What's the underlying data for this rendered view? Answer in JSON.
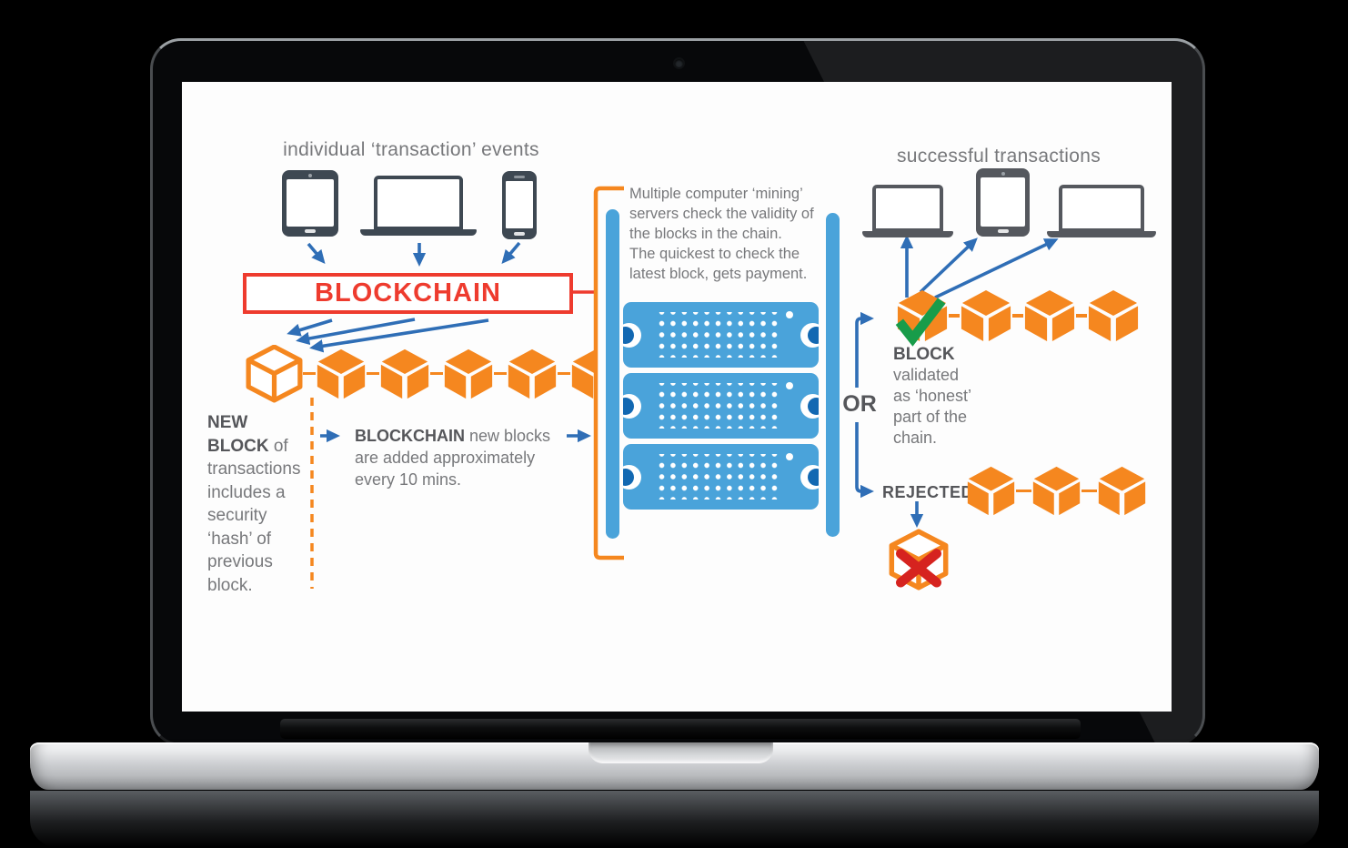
{
  "titles": {
    "left": "individual ‘transaction’ events",
    "right": "successful transactions"
  },
  "blockchain_box": {
    "label": "BLOCKCHAIN"
  },
  "mining_note": {
    "lines": [
      "Multiple computer ‘mining’",
      "servers check the validity of",
      "the blocks in the chain.",
      "The quickest to check the",
      "latest block, gets payment."
    ]
  },
  "new_block_note": {
    "bold1": "NEW",
    "bold2": "BLOCK",
    "line2_rest": " of",
    "rest_lines": [
      "transactions",
      "includes a",
      "security",
      "‘hash’ of",
      "previous",
      "block."
    ]
  },
  "added_note": {
    "bold": "BLOCKCHAIN",
    "line1_rest": " new blocks",
    "line2": "are added approximately",
    "line3": "every 10 mins."
  },
  "validated_note": {
    "bold": "BLOCK",
    "lines": [
      "validated",
      "as ‘honest’",
      "part of the",
      "chain."
    ]
  },
  "or_label": "OR",
  "rejected_label": "REJECTED",
  "devices_left": [
    "tablet",
    "laptop",
    "smartphone"
  ],
  "devices_right": [
    "laptop",
    "tablet",
    "laptop"
  ],
  "icons": {
    "check": "green-checkmark-icon",
    "cross": "red-x-icon",
    "cube": "blockchain-block-cube",
    "server": "mining-server-rack",
    "webcam": "laptop-camera-dot"
  },
  "chains": {
    "main": {
      "cubes": [
        "outlined",
        "filled",
        "filled",
        "filled",
        "filled",
        "filled"
      ]
    },
    "validated": {
      "cubes": [
        "checked",
        "filled",
        "filled",
        "filled"
      ]
    },
    "rejected": {
      "cubes": [
        "filled",
        "filled",
        "filled"
      ]
    }
  },
  "rejected_block_style": "x",
  "colors": {
    "orange": "#F5871F",
    "red": "#EE3B2E",
    "dark_red_x": "#D6231F",
    "blue_arrow": "#2F6EB6",
    "light_blue": "#4AA3DA",
    "dark_blue": "#1268B2",
    "green": "#189C4A",
    "gray_text": "#77787B",
    "dark_text": "#55565A"
  }
}
